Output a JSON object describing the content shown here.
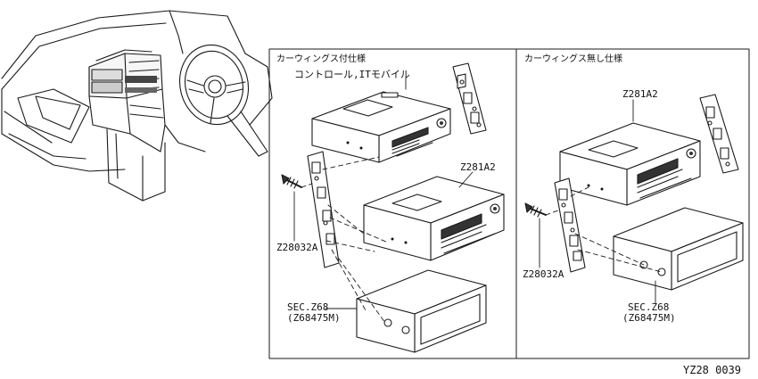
{
  "panels": {
    "left": {
      "title": "カーウィングス付仕様"
    },
    "right": {
      "title": "カーウィングス無し仕様"
    }
  },
  "labels": {
    "control_module": "コントロール,ITモバイル",
    "left_unit": "Z281A2",
    "right_unit": "Z281A2",
    "left_screw": "Z28032A",
    "right_screw": "Z28032A",
    "left_pocket_sec": "SEC.Z68",
    "left_pocket_code": "(Z68475M)",
    "right_pocket_sec": "SEC.Z68",
    "right_pocket_code": "(Z68475M)"
  },
  "figure_id": "YZ28 0039"
}
